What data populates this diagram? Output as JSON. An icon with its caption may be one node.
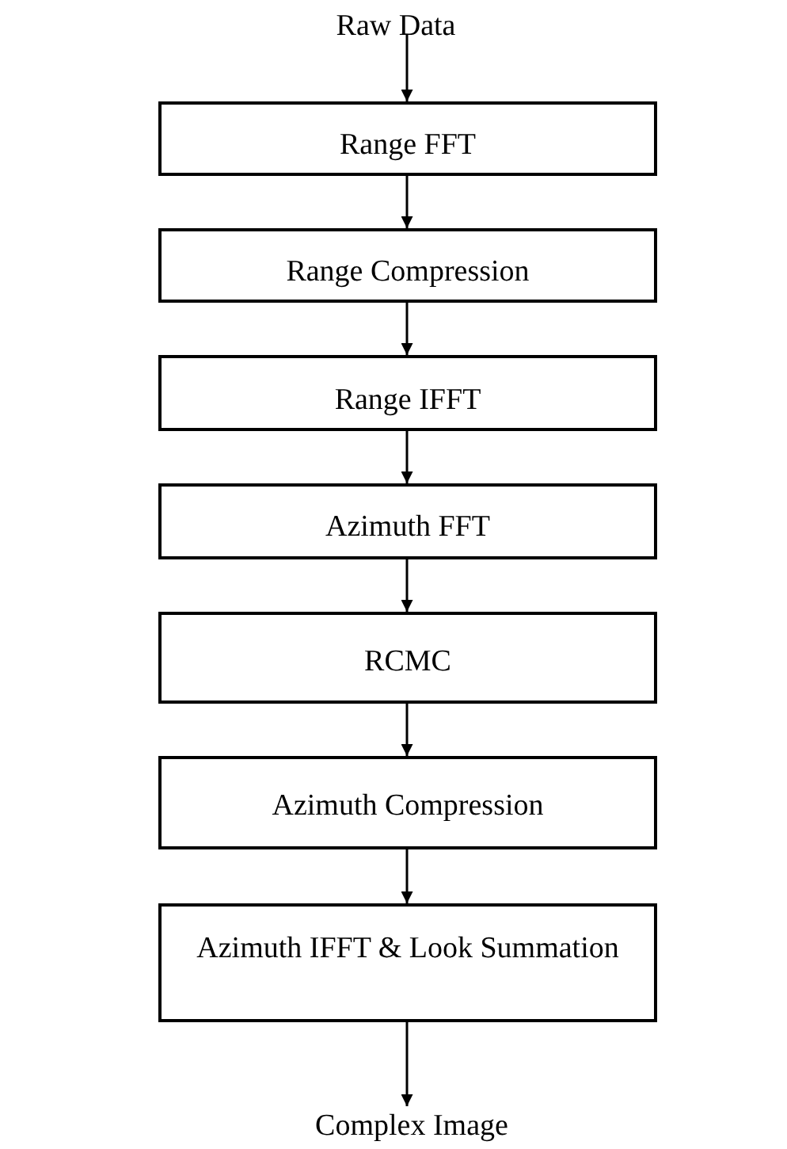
{
  "diagram": {
    "nodes": [
      {
        "text": [
          "Raw Data"
        ]
      },
      {
        "text": [
          "Range FFT"
        ]
      },
      {
        "text": [
          "Range Compression"
        ]
      },
      {
        "text": [
          "Range IFFT"
        ]
      },
      {
        "text": [
          "Azimuth FFT"
        ]
      },
      {
        "text": [
          "RCMC"
        ]
      },
      {
        "text": [
          "Azimuth Compression"
        ]
      },
      {
        "text": [
          "Azimuth IFFT & Look Summation"
        ]
      },
      {
        "text": [
          "Complex Image"
        ]
      }
    ],
    "edges": [
      {
        "from": 0,
        "to": 1,
        "arrow": "to"
      },
      {
        "from": 1,
        "to": 2,
        "arrow": "to"
      },
      {
        "from": 2,
        "to": 3,
        "arrow": "to"
      },
      {
        "from": 3,
        "to": 4,
        "arrow": "to"
      },
      {
        "from": 4,
        "to": 5,
        "arrow": "to"
      },
      {
        "from": 5,
        "to": 6,
        "arrow": "to"
      },
      {
        "from": 6,
        "to": 7,
        "arrow": "to"
      },
      {
        "from": 7,
        "to": 8,
        "arrow": "to"
      }
    ]
  }
}
